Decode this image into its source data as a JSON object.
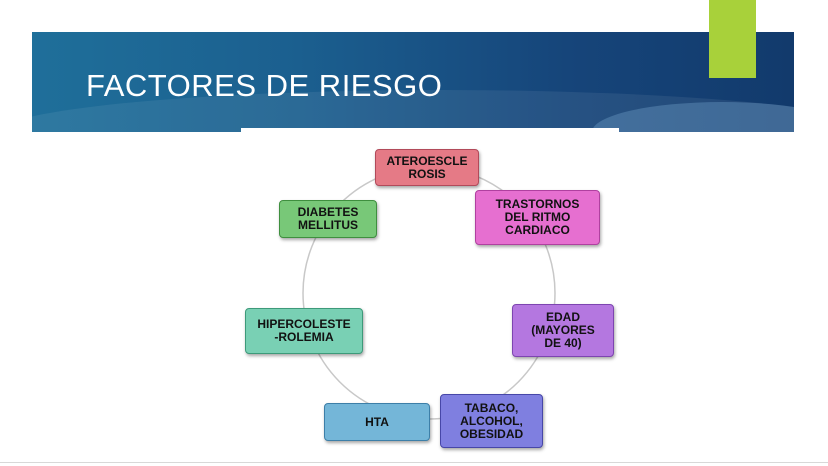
{
  "slide": {
    "title": "FACTORES DE RIESGO"
  },
  "diagram": {
    "nodes": [
      {
        "id": "aterosclerosis",
        "label": "ATEROESCLE\nROSIS",
        "color": "#e57a86",
        "border": "#b24a5a"
      },
      {
        "id": "trastornos",
        "label": "TRASTORNOS\nDEL RITMO\nCARDIACO",
        "color": "#e66fd0",
        "border": "#b040a0"
      },
      {
        "id": "edad",
        "label": "EDAD\n(MAYORES\nDE 40)",
        "color": "#b477e0",
        "border": "#7d45b0"
      },
      {
        "id": "tabaco",
        "label": "TABACO,\nALCOHOL,\nOBESIDAD",
        "color": "#7f7fe0",
        "border": "#4747a8"
      },
      {
        "id": "hta",
        "label": "HTA",
        "color": "#74b6d8",
        "border": "#3d7fa8"
      },
      {
        "id": "hipercolesterolemia",
        "label": "HIPERCOLESTE\n-ROLEMIA",
        "color": "#79d0b4",
        "border": "#3d9a7a"
      },
      {
        "id": "diabetes",
        "label": "DIABETES\nMELLITUS",
        "color": "#78c878",
        "border": "#3f8f3f"
      }
    ],
    "ring_color": "#c8c8c8"
  }
}
